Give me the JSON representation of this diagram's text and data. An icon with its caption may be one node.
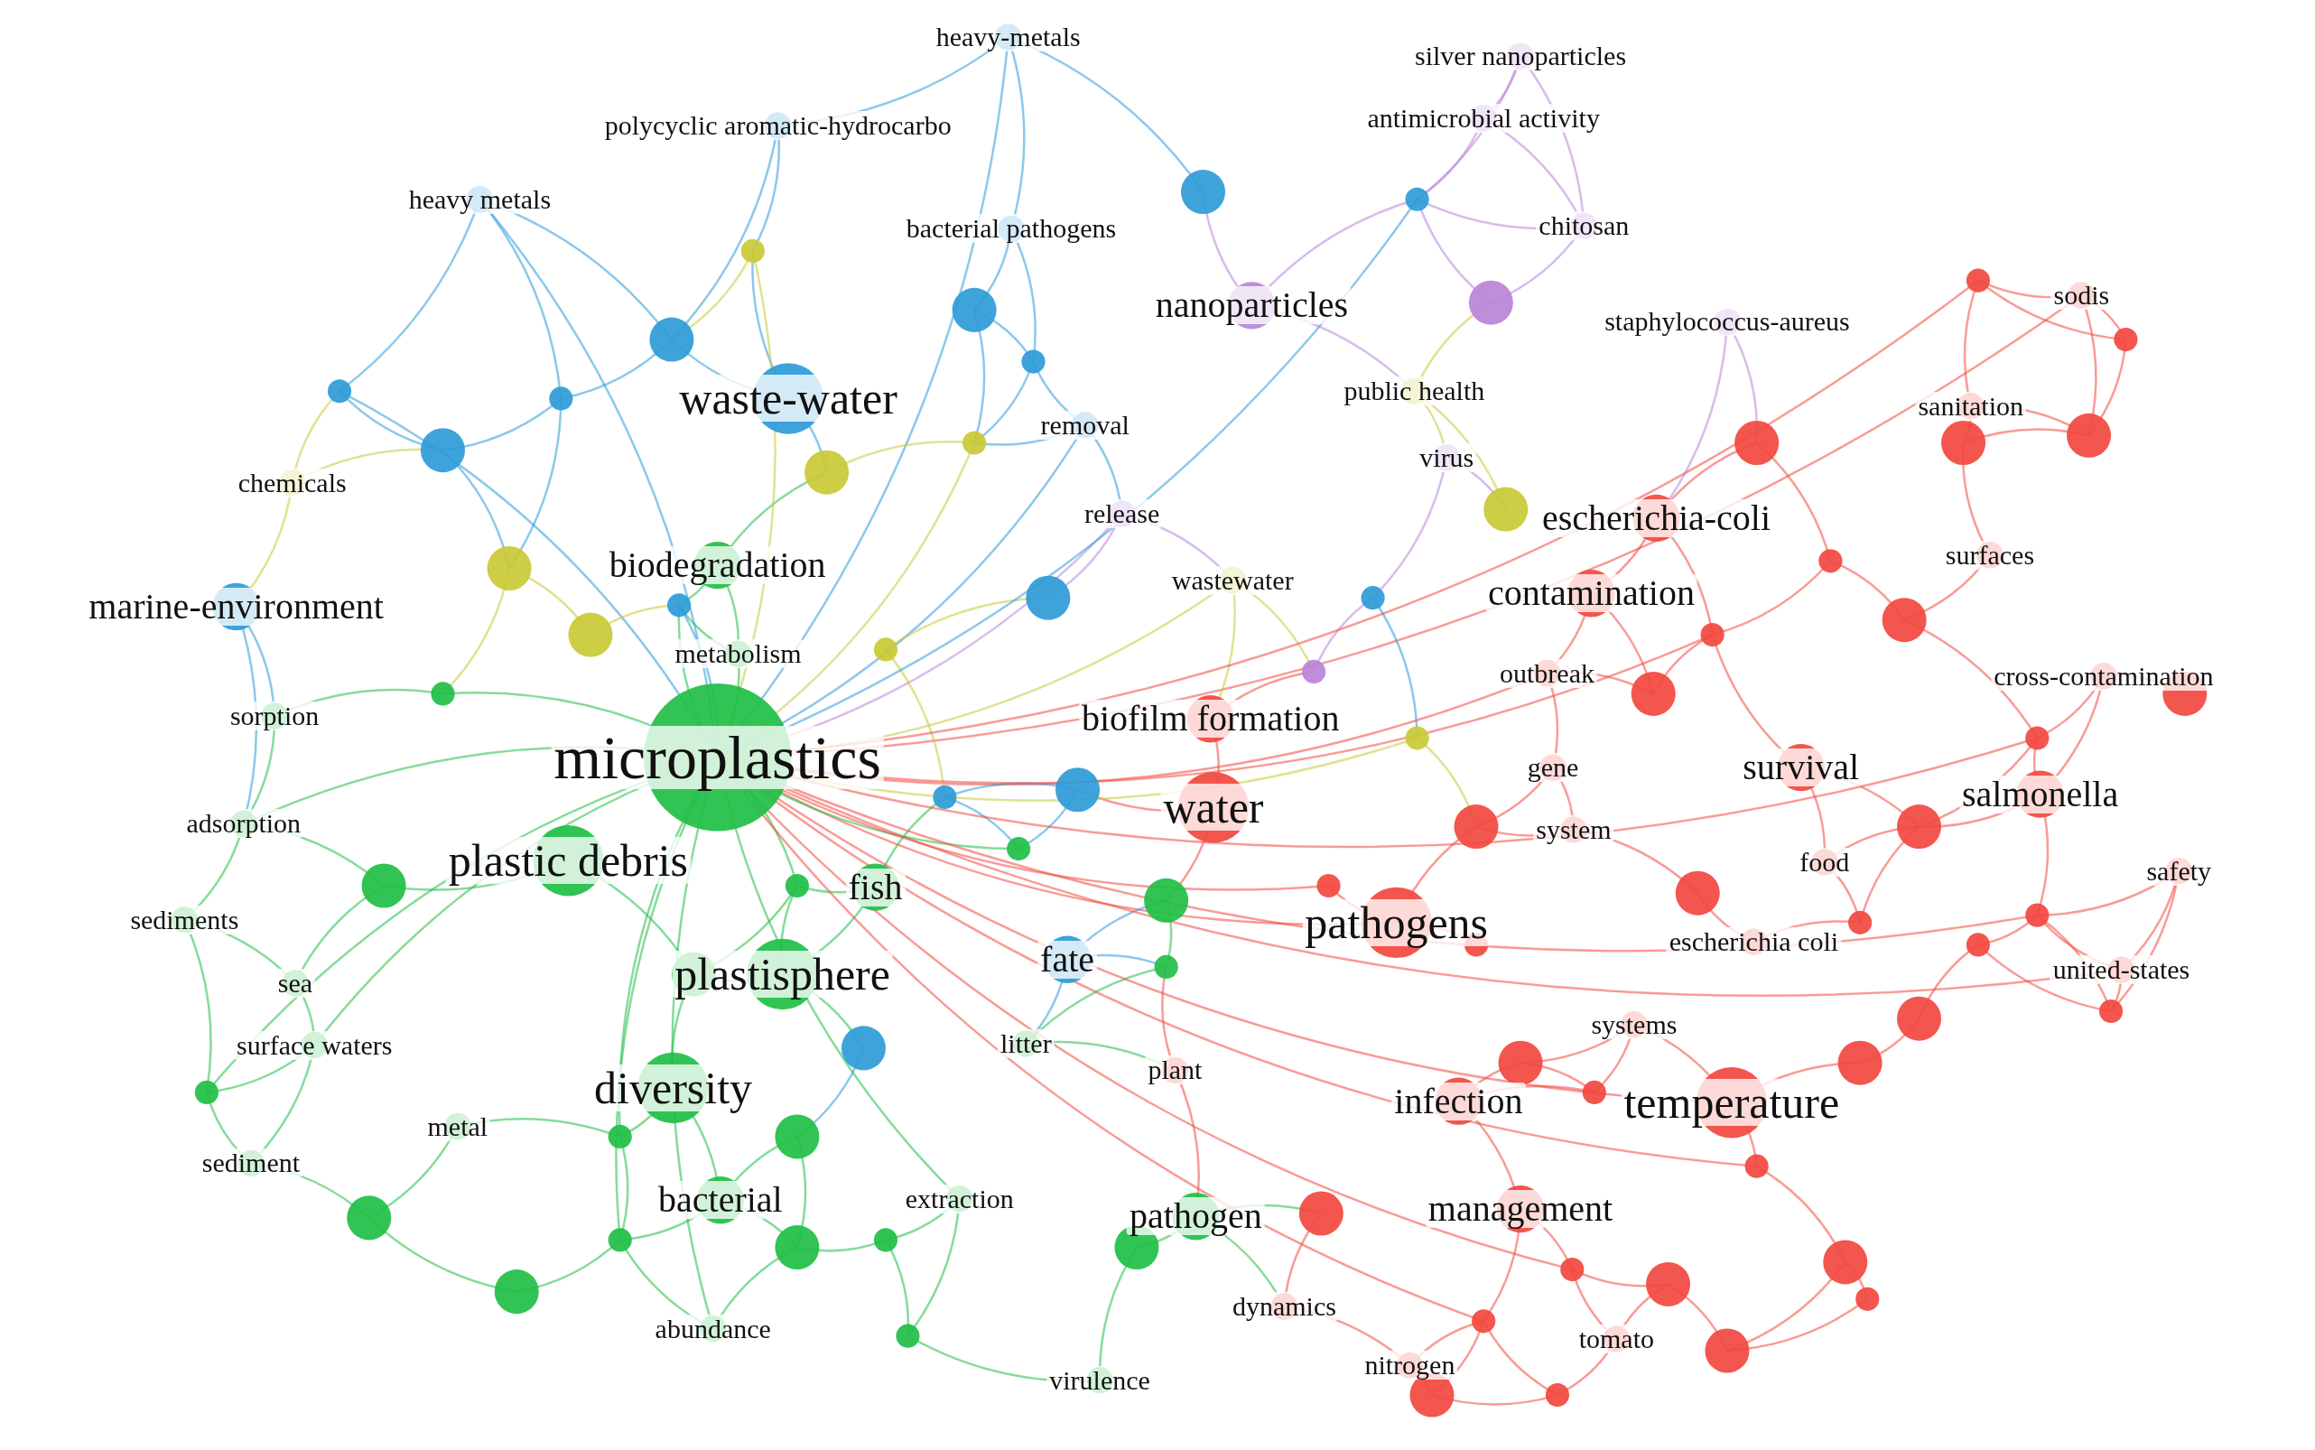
{
  "diagram": {
    "labels": [
      "heavy-metals",
      "silver nanoparticles",
      "polycyclic aromatic-hydrocarbo",
      "antimicrobial activity",
      "heavy metals",
      "bacterial pathogens",
      "chitosan",
      "nanoparticles",
      "sodis",
      "staphylococcus-aureus",
      "public health",
      "waste-water",
      "removal",
      "sanitation",
      "chemicals",
      "virus",
      "release",
      "escherichia-coli",
      "biodegradation",
      "surfaces",
      "wastewater",
      "marine-environment",
      "contamination",
      "metabolism",
      "outbreak",
      "cross-contamination",
      "sorption",
      "biofilm formation",
      "microplastics",
      "gene",
      "survival",
      "water",
      "adsorption",
      "system",
      "salmonella",
      "food",
      "plastic debris",
      "safety",
      "fish",
      "sediments",
      "pathogens",
      "escherichia coli",
      "fate",
      "plastisphere",
      "united-states",
      "sea",
      "systems",
      "litter",
      "surface waters",
      "plant",
      "diversity",
      "infection",
      "temperature",
      "metal",
      "sediment",
      "bacterial",
      "extraction",
      "management",
      "pathogen",
      "dynamics",
      "abundance",
      "tomato",
      "nitrogen",
      "virulence"
    ]
  }
}
